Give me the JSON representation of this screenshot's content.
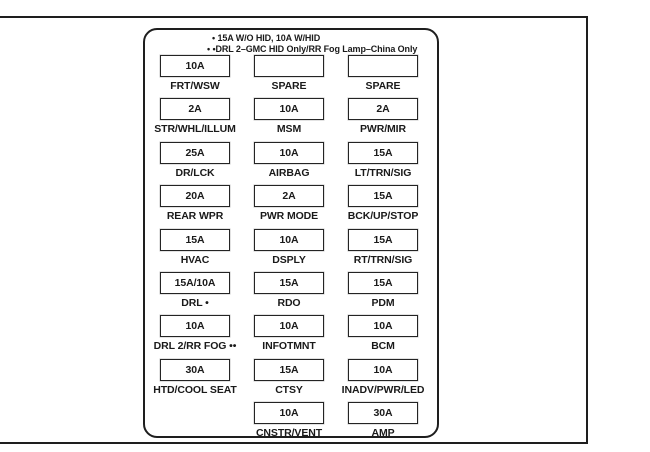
{
  "colors": {
    "ink": "#1a1a1a",
    "background": "#ffffff"
  },
  "notes": {
    "line1": "• 15A W/O HID, 10A W/HID",
    "line2": "• •DRL 2–GMC HID Only/RR Fog Lamp–China Only"
  },
  "fuse_grid": {
    "columns": 3,
    "rows": [
      [
        {
          "amp": "10A",
          "label": "FRT/WSW"
        },
        {
          "amp": "",
          "label": "SPARE"
        },
        {
          "amp": "",
          "label": "SPARE"
        }
      ],
      [
        {
          "amp": "2A",
          "label": "STR/WHL/ILLUM"
        },
        {
          "amp": "10A",
          "label": "MSM"
        },
        {
          "amp": "2A",
          "label": "PWR/MIR"
        }
      ],
      [
        {
          "amp": "25A",
          "label": "DR/LCK"
        },
        {
          "amp": "10A",
          "label": "AIRBAG"
        },
        {
          "amp": "15A",
          "label": "LT/TRN/SIG"
        }
      ],
      [
        {
          "amp": "20A",
          "label": "REAR WPR"
        },
        {
          "amp": "2A",
          "label": "PWR MODE"
        },
        {
          "amp": "15A",
          "label": "BCK/UP/STOP"
        }
      ],
      [
        {
          "amp": "15A",
          "label": "HVAC"
        },
        {
          "amp": "10A",
          "label": "DSPLY"
        },
        {
          "amp": "15A",
          "label": "RT/TRN/SIG"
        }
      ],
      [
        {
          "amp": "15A/10A",
          "label": "DRL •"
        },
        {
          "amp": "15A",
          "label": "RDO"
        },
        {
          "amp": "15A",
          "label": "PDM"
        }
      ],
      [
        {
          "amp": "10A",
          "label": "DRL 2/RR FOG ••"
        },
        {
          "amp": "10A",
          "label": "INFOTMNT"
        },
        {
          "amp": "10A",
          "label": "BCM"
        }
      ],
      [
        {
          "amp": "30A",
          "label": "HTD/COOL SEAT"
        },
        {
          "amp": "15A",
          "label": "CTSY"
        },
        {
          "amp": "10A",
          "label": "INADV/PWR/LED"
        }
      ],
      [
        null,
        {
          "amp": "10A",
          "label": "CNSTR/VENT"
        },
        {
          "amp": "30A",
          "label": "AMP"
        }
      ]
    ]
  }
}
